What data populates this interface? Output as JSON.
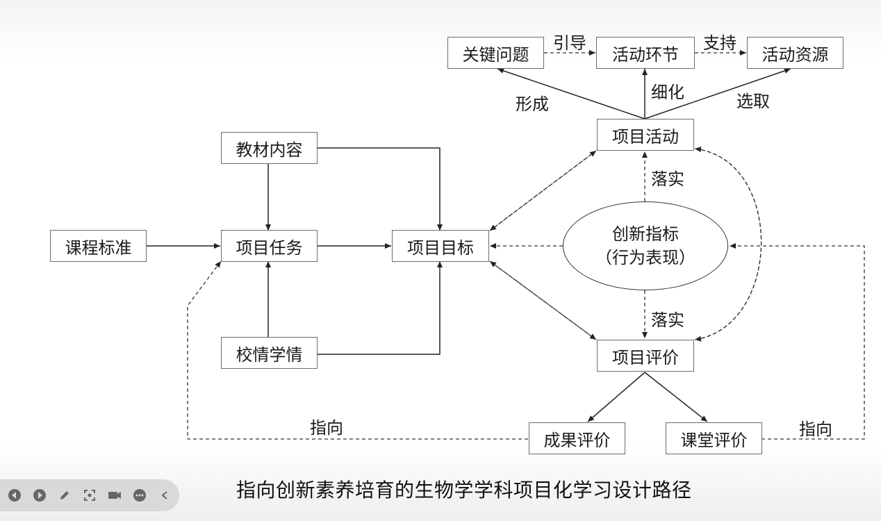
{
  "diagram": {
    "boxes": {
      "key_question": "关键问题",
      "activity_step": "活动环节",
      "activity_resource": "活动资源",
      "project_activity": "项目活动",
      "textbook_content": "教材内容",
      "curriculum_standard": "课程标准",
      "project_task": "项目任务",
      "project_goal": "项目目标",
      "school_student_situation": "校情学情",
      "project_evaluation": "项目评价",
      "outcome_evaluation": "成果评价",
      "classroom_evaluation": "课堂评价"
    },
    "ellipse": {
      "line1": "创新指标",
      "line2": "（行为表现）"
    },
    "edge_labels": {
      "guide": "引导",
      "support": "支持",
      "form": "形成",
      "refine": "细化",
      "select": "选取",
      "implement_top": "落实",
      "implement_bottom": "落实",
      "point_to_left": "指向",
      "point_to_right": "指向"
    }
  },
  "caption": "指向创新素养培育的生物学学科项目化学习设计路径",
  "toolbar": {
    "icons": [
      "prev-icon",
      "next-icon",
      "pen-icon",
      "screenshot-icon",
      "camera-icon",
      "more-icon",
      "collapse-icon"
    ]
  }
}
